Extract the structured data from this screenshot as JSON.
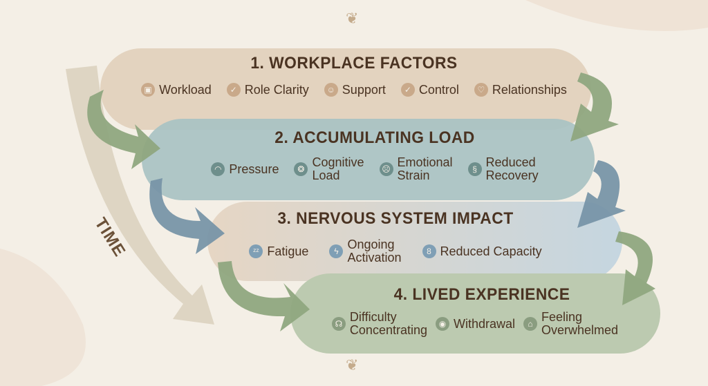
{
  "stages": [
    {
      "title": "1. WORKPLACE FACTORS",
      "items": [
        {
          "label": "Workload",
          "icon": "briefcase-icon"
        },
        {
          "label": "Role Clarity",
          "icon": "check-circle-icon"
        },
        {
          "label": "Support",
          "icon": "hand-support-icon"
        },
        {
          "label": "Control",
          "icon": "check-circle-icon"
        },
        {
          "label": "Relationships",
          "icon": "heart-icon"
        }
      ]
    },
    {
      "title": "2. ACCUMULATING LOAD",
      "items": [
        {
          "label": "Pressure",
          "icon": "gauge-icon"
        },
        {
          "label": "Cognitive\nLoad",
          "icon": "brain-head-icon"
        },
        {
          "label": "Emotional\nStrain",
          "icon": "sad-face-icon"
        },
        {
          "label": "Reduced\nRecovery",
          "icon": "wave-icon"
        }
      ]
    },
    {
      "title": "3. NERVOUS SYSTEM IMPACT",
      "items": [
        {
          "label": "Fatigue",
          "icon": "zzz-icon"
        },
        {
          "label": "Ongoing\nActivation",
          "icon": "lightning-icon"
        },
        {
          "label": "Reduced Capacity",
          "icon": "person-icon"
        }
      ]
    },
    {
      "title": "4. LIVED EXPERIENCE",
      "items": [
        {
          "label": "Difficulty\nConcentrating",
          "icon": "head-icon"
        },
        {
          "label": "Withdrawal",
          "icon": "eye-icon"
        },
        {
          "label": "Feeling\nOverwhelmed",
          "icon": "hooded-person-icon"
        }
      ]
    }
  ],
  "time_label": "TIME",
  "colors": {
    "bg": "#f4efe6",
    "stage1": "#e3d3bf",
    "stage2": "#a9c3c3",
    "stage3": "#c9d7e0",
    "stage4": "#bccab0",
    "text": "#4a3322",
    "green_arrow": "#8fa67f",
    "blue_arrow": "#7895a8"
  }
}
